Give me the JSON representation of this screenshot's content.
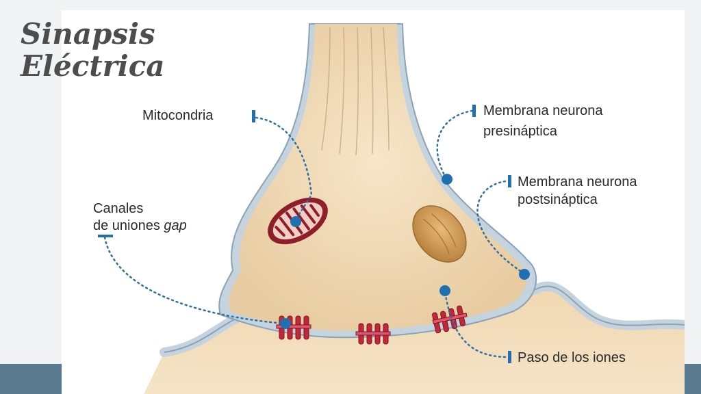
{
  "title": {
    "line1": "Sinapsis",
    "line2": "Eléctrica"
  },
  "labels": {
    "mitocondria": "Mitocondria",
    "membrana_pre_line1": "Membrana neurona",
    "membrana_pre_line2": "presináptica",
    "membrana_post_line1": "Membrana neurona",
    "membrana_post_line2": "postsináptica",
    "canales_line1": "Canales",
    "canales_line2_prefix": "de uniones ",
    "canales_line2_italic": "gap",
    "paso_iones": "Paso de los iones"
  },
  "colors": {
    "background": "#f2f3f4",
    "bottom_bar": "#5a7a90",
    "neuron": "#f0d9b5",
    "membrane": "#c4d3de",
    "leader_dots": "#2e6fa3",
    "channel": "#c0283a",
    "title": "#4d4d4d"
  }
}
